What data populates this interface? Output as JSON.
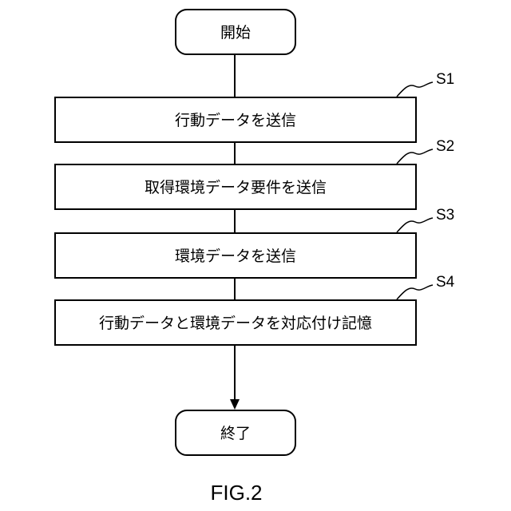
{
  "start": {
    "label": "開始"
  },
  "steps": [
    {
      "id": "S1",
      "label": "行動データを送信"
    },
    {
      "id": "S2",
      "label": "取得環境データ要件を送信"
    },
    {
      "id": "S3",
      "label": "環境データを送信"
    },
    {
      "id": "S4",
      "label": "行動データと環境データを対応付け記憶"
    }
  ],
  "end": {
    "label": "終了"
  },
  "figure": {
    "caption": "FIG.2"
  }
}
